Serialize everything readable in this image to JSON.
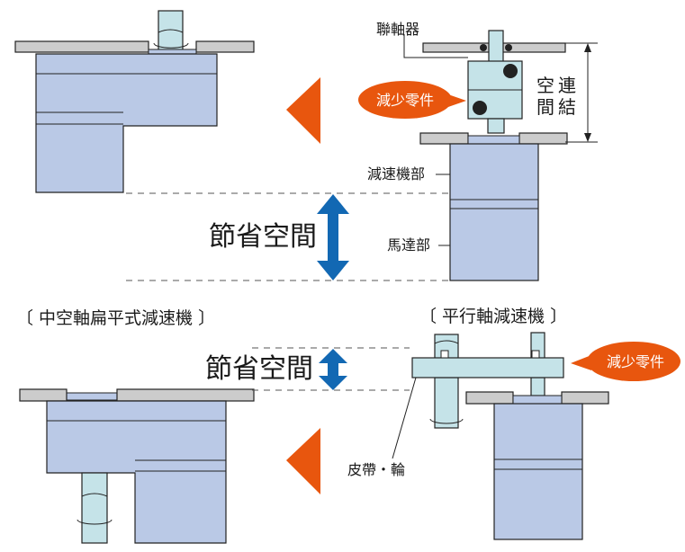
{
  "labels": {
    "coupling": "聯軸器",
    "space_col1": "空",
    "space_col1b": "間",
    "space_col2": "連",
    "space_col2b": "結",
    "reducer": "減速機部",
    "motor": "馬達部",
    "save_space_top": "節省空間",
    "save_space_bottom": "節省空間",
    "reduce_parts_top": "減少零件",
    "reduce_parts_bottom": "減少零件",
    "hollow_type": "〔 中空軸扁平式減速機 〕",
    "parallel_type": "〔 平行軸減速機 〕",
    "belt_pulley": "皮帶・輪"
  },
  "colors": {
    "body": "#bac9e6",
    "shaft": "#c5e3e8",
    "plate": "#cccccc",
    "arrow_orange": "#e8560e",
    "arrow_blue": "#1268b3",
    "stroke": "#222222"
  }
}
